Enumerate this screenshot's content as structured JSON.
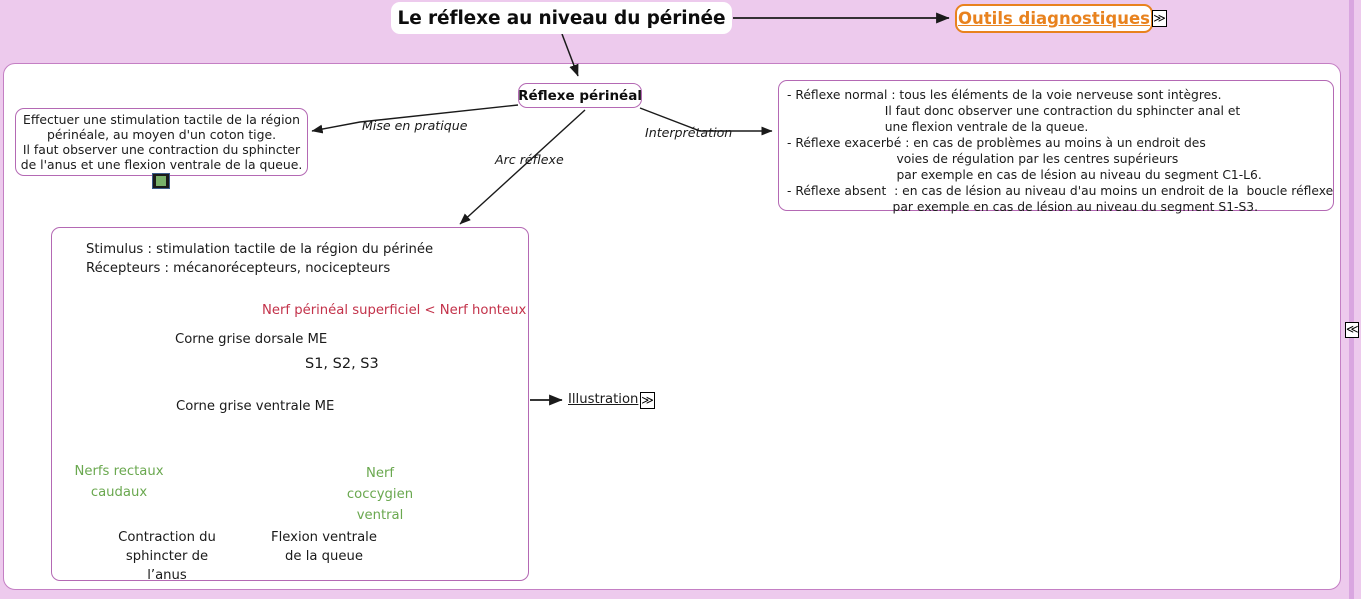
{
  "page": {
    "background_color": "#edcaed",
    "panel_color": "#ffffff",
    "panel_border_color": "#c47fc4"
  },
  "header": {
    "title": "Le réflexe au niveau du périnée",
    "link_button": {
      "label": "Outils diagnostiques",
      "color": "#e8821e",
      "icon": "chevron-double-right-icon",
      "icon_glyph": "≫"
    }
  },
  "central_node": {
    "label": "Réflexe périnéal",
    "border_color": "#b469b4"
  },
  "edge_labels": {
    "mise_en_pratique": "Mise en pratique",
    "arc_reflexe": "Arc réflexe",
    "interpretation": "Interprétation"
  },
  "practice_box": {
    "lines": [
      "Effectuer une stimulation tactile de la région",
      "périnéale, au moyen d'un coton tige.",
      "Il faut observer une contraction du sphincter",
      "de l'anus et une flexion ventrale de la queue."
    ],
    "icon": "film-strip-icon"
  },
  "interpretation_box": {
    "lines": [
      "- Réflexe normal : tous les éléments de la voie nerveuse sont intègres.",
      "                         Il faut donc observer une contraction du sphincter anal et",
      "                         une flexion ventrale de la queue.",
      "- Réflexe exacerbé : en cas de problèmes au moins à un endroit des",
      "                            voies de régulation par les centres supérieurs",
      "                            par exemple en cas de lésion au niveau du segment C1-L6.",
      "- Réflexe absent  : en cas de lésion au niveau d'au moins un endroit de la  boucle réflexe",
      "                           par exemple en cas de lésion au niveau du segment S1-S3."
    ]
  },
  "arc_box": {
    "stimulus": "Stimulus : stimulation tactile de la région du périnée",
    "recepteurs": "Récepteurs : mécanorécepteurs, nocicepteurs",
    "nerve_afferent": "Nerf périnéal superficiel < Nerf honteux",
    "nerve_afferent_color": "#c3324a",
    "dorsal_horn": "Corne grise dorsale ME",
    "segments": "S1, S2, S3",
    "ventral_horn": "Corne grise ventrale ME",
    "left_nerve_line1": "Nerfs rectaux",
    "left_nerve_line2": "caudaux",
    "right_nerve_line1": "Nerf coccygien",
    "right_nerve_line2": "ventral",
    "nerve_efferent_color": "#6aa84f",
    "left_effect_line1": "Contraction du",
    "left_effect_line2": "sphincter de l’anus",
    "right_effect_line1": "Flexion ventrale",
    "right_effect_line2": "de la queue",
    "blue_arrow_color": "#5b87c5"
  },
  "illustration": {
    "label": "Illustration",
    "icon": "chevron-double-right-icon",
    "icon_glyph": "≫"
  },
  "right_edge": {
    "icon": "chevron-double-left-icon",
    "icon_glyph": "≪"
  }
}
